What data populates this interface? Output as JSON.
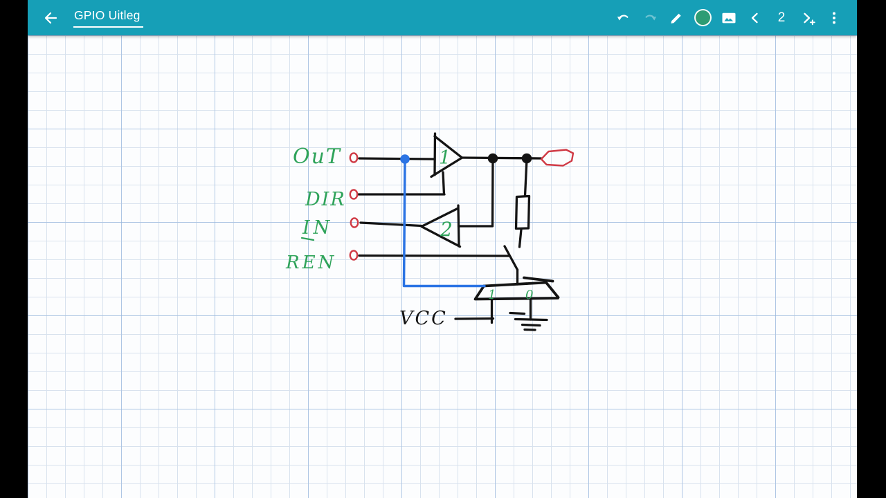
{
  "app_bar": {
    "title": "GPIO Uitleg",
    "page_number": "2",
    "icons": [
      "back-arrow",
      "undo",
      "redo",
      "pencil",
      "color-circle",
      "insert-image",
      "previous-page",
      "add-page",
      "overflow-menu"
    ]
  },
  "colors": {
    "app_bar_teal": "#169fb7",
    "color_swatch_green": "#2e9c74",
    "ink_black": "#141414",
    "label_green": "#2fa35a",
    "pin_red": "#d03a45",
    "selection_blue": "#2b74e4",
    "grid_blue": "#d8e2ee"
  },
  "canvas": {
    "labels": {
      "out": "OuT",
      "dir": "DIR",
      "in": "IN",
      "ren": "REN",
      "vcc": "VCC",
      "buffer1": "1",
      "buffer2": "2",
      "mux_high": "1",
      "mux_low": "0"
    }
  }
}
